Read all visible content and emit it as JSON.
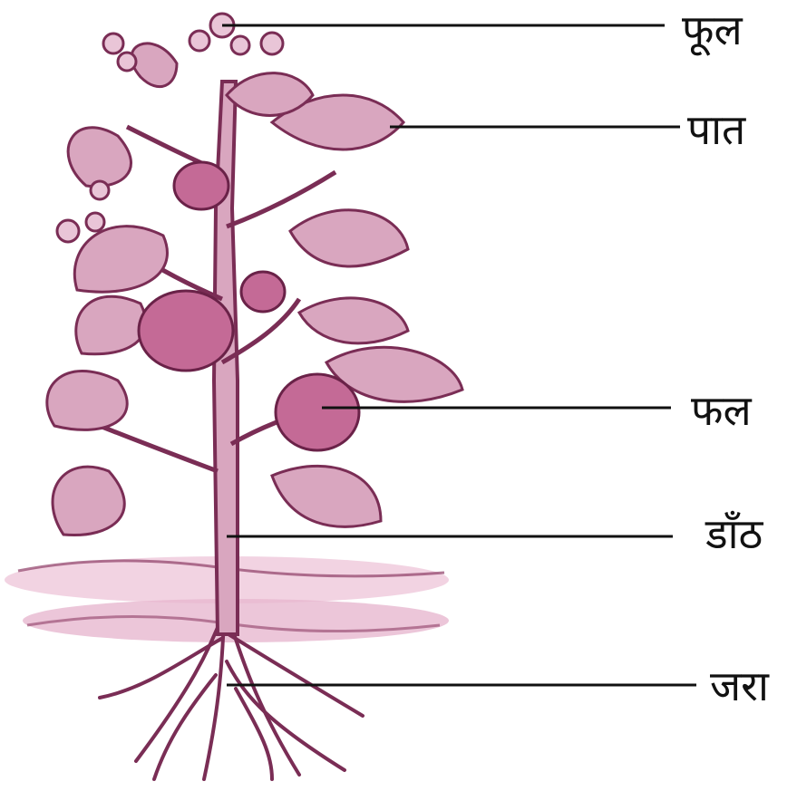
{
  "labels": {
    "flower": "फूल",
    "leaf": "पात",
    "fruit": "फल",
    "stem": "डाँठ",
    "root": "जरा"
  },
  "colors": {
    "plant_fill": "#d9a6bf",
    "plant_stroke": "#7a2d55",
    "fruit_fill": "#c46a96",
    "ground": "#e7b8cf",
    "line": "#111111"
  }
}
